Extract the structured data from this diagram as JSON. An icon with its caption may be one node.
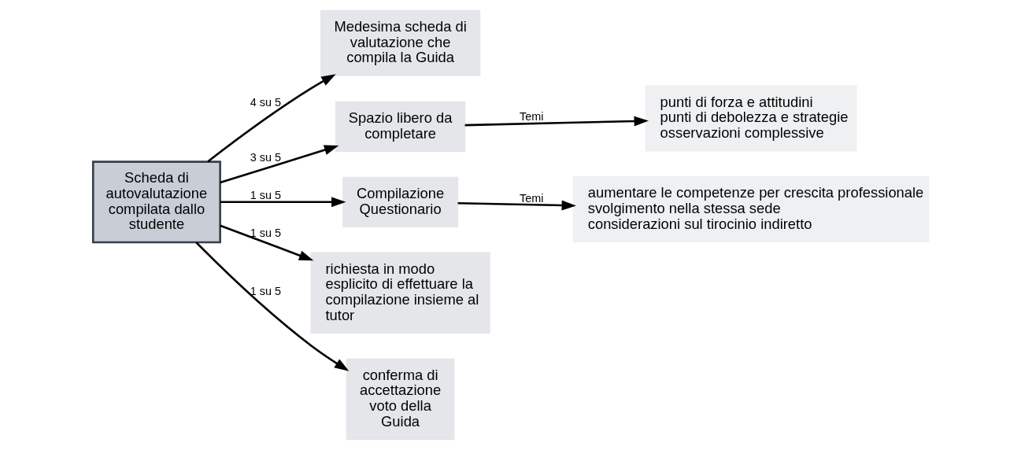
{
  "diagram": {
    "nodes": [
      {
        "text": [
          "Scheda di autovalutazione compilata dallo studente"
        ]
      },
      {
        "text": [
          "Medesima scheda di valutazione che compila la Guida"
        ]
      },
      {
        "text": [
          "Spazio libero da completare"
        ]
      },
      {
        "text": [
          "punti di forza e attitudini",
          "punti di debolezza e strategie",
          "osservazioni complessive"
        ]
      },
      {
        "text": [
          "Compilazione Questionario"
        ]
      },
      {
        "text": [
          "aumentare le competenze per crescita professionale",
          "svolgimento nella stessa sede",
          "considerazioni sul tirocinio indiretto"
        ]
      },
      {
        "text": [
          "richiesta in modo esplicito di effettuare la compilazione insieme al tutor"
        ]
      },
      {
        "text": [
          "conferma di accettazione voto della Guida"
        ]
      }
    ],
    "edges": [
      {
        "from": 0,
        "to": 1,
        "arrow": "to",
        "label": "4 su 5"
      },
      {
        "from": 0,
        "to": 2,
        "arrow": "to",
        "label": "3 su 5"
      },
      {
        "from": 2,
        "to": 3,
        "arrow": "to",
        "label": "Temi"
      },
      {
        "from": 0,
        "to": 4,
        "arrow": "to",
        "label": "1 su 5"
      },
      {
        "from": 4,
        "to": 5,
        "arrow": "to",
        "label": "Temi"
      },
      {
        "from": 0,
        "to": 6,
        "arrow": "to",
        "label": "1 su 5"
      },
      {
        "from": 0,
        "to": 7,
        "arrow": "to",
        "label": "1 su 5"
      }
    ]
  }
}
